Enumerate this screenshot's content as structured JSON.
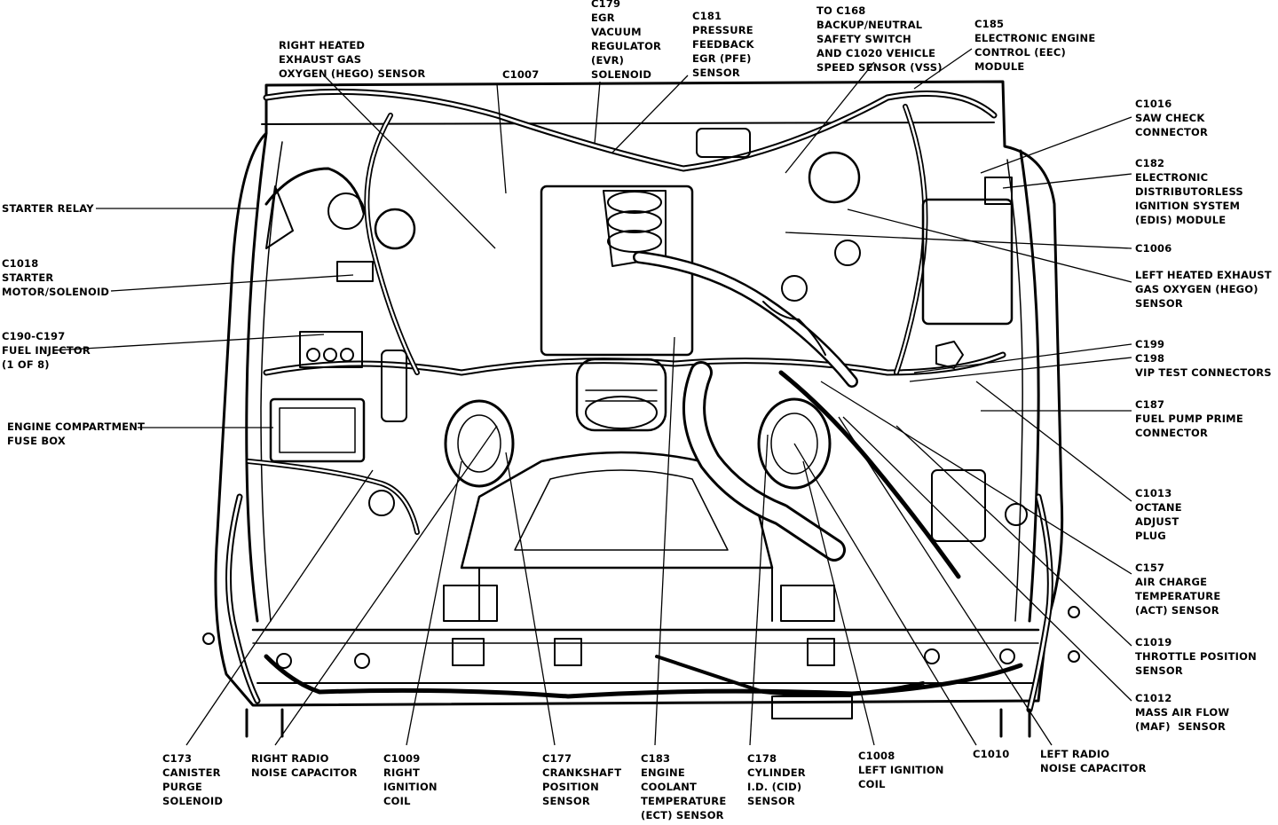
{
  "callouts": {
    "c1007": "C1007",
    "right_hego": "RIGHT HEATED\nEXHAUST GAS\nOXYGEN (HEGO) SENSOR",
    "c179": "C179\nEGR\nVACUUM\nREGULATOR\n(EVR)\nSOLENOID",
    "c181": "C181\nPRESSURE\nFEEDBACK\nEGR (PFE)\nSENSOR",
    "c168": "TO C168\nBACKUP/NEUTRAL\nSAFETY SWITCH\nAND C1020 VEHICLE\nSPEED SENSOR (VSS)",
    "c185": "C185\nELECTRONIC ENGINE\nCONTROL (EEC)\nMODULE",
    "c1016": "C1016\nSAW CHECK\nCONNECTOR",
    "c182": "C182\nELECTRONIC\nDISTRIBUTORLESS\nIGNITION SYSTEM\n(EDIS) MODULE",
    "c1006": "C1006",
    "left_hego": "LEFT HEATED EXHAUST\nGAS OXYGEN (HEGO)\nSENSOR",
    "c199": "C199",
    "c198": "C198\nVIP TEST CONNECTORS",
    "c187": "C187\nFUEL PUMP PRIME\nCONNECTOR",
    "c1013": "C1013\nOCTANE\nADJUST\nPLUG",
    "c157": "C157\nAIR CHARGE\nTEMPERATURE\n(ACT) SENSOR",
    "c1019": "C1019\nTHROTTLE POSITION\nSENSOR",
    "c1012": "C1012\nMASS AIR FLOW\n(MAF)  SENSOR",
    "starter_relay": "STARTER RELAY",
    "c1018": "C1018\nSTARTER\nMOTOR/SOLENOID",
    "c190": "C190-C197\nFUEL INJECTOR\n(1 OF 8)",
    "fuse_box": "ENGINE COMPARTMENT\nFUSE BOX",
    "c173": "C173\nCANISTER\nPURGE\nSOLENOID",
    "right_radio": "RIGHT RADIO\nNOISE CAPACITOR",
    "c1009": "C1009\nRIGHT\nIGNITION\nCOIL",
    "c177": "C177\nCRANKSHAFT\nPOSITION\nSENSOR",
    "c183": "C183\nENGINE\nCOOLANT\nTEMPERATURE\n(ECT) SENSOR",
    "c178": "C178\nCYLINDER\nI.D. (CID)\nSENSOR",
    "c1008": "C1008\nLEFT IGNITION\nCOIL",
    "c1010": "C1010",
    "left_radio": "LEFT RADIO\nNOISE CAPACITOR"
  }
}
